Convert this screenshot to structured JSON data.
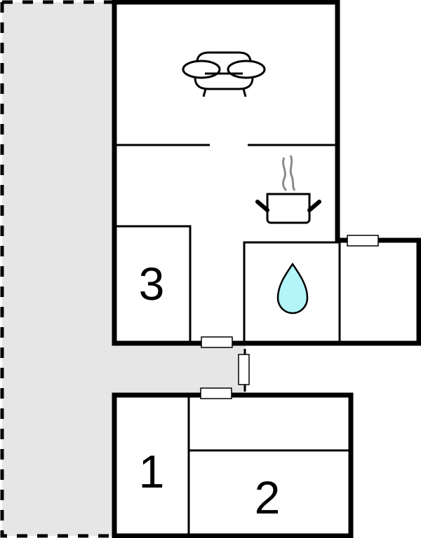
{
  "floorplan": {
    "colors": {
      "outdoor_fill": "#e6e6e6",
      "wall": "#000000",
      "water_drop": "#b3f5f8",
      "steam": "#8a8a8a",
      "background": "#ffffff"
    },
    "rooms": [
      {
        "id": "living-room",
        "label": "",
        "icon": "sofa-icon"
      },
      {
        "id": "kitchen",
        "label": "",
        "icon": "cooking-pot-icon"
      },
      {
        "id": "bedroom-3",
        "label": "3"
      },
      {
        "id": "bathroom",
        "label": "",
        "icon": "water-drop-icon"
      },
      {
        "id": "utility-room",
        "label": ""
      },
      {
        "id": "bedroom-1",
        "label": "1"
      },
      {
        "id": "storage-room",
        "label": ""
      },
      {
        "id": "bedroom-2",
        "label": "2"
      }
    ],
    "labels": {
      "room1": "1",
      "room2": "2",
      "room3": "3"
    }
  }
}
